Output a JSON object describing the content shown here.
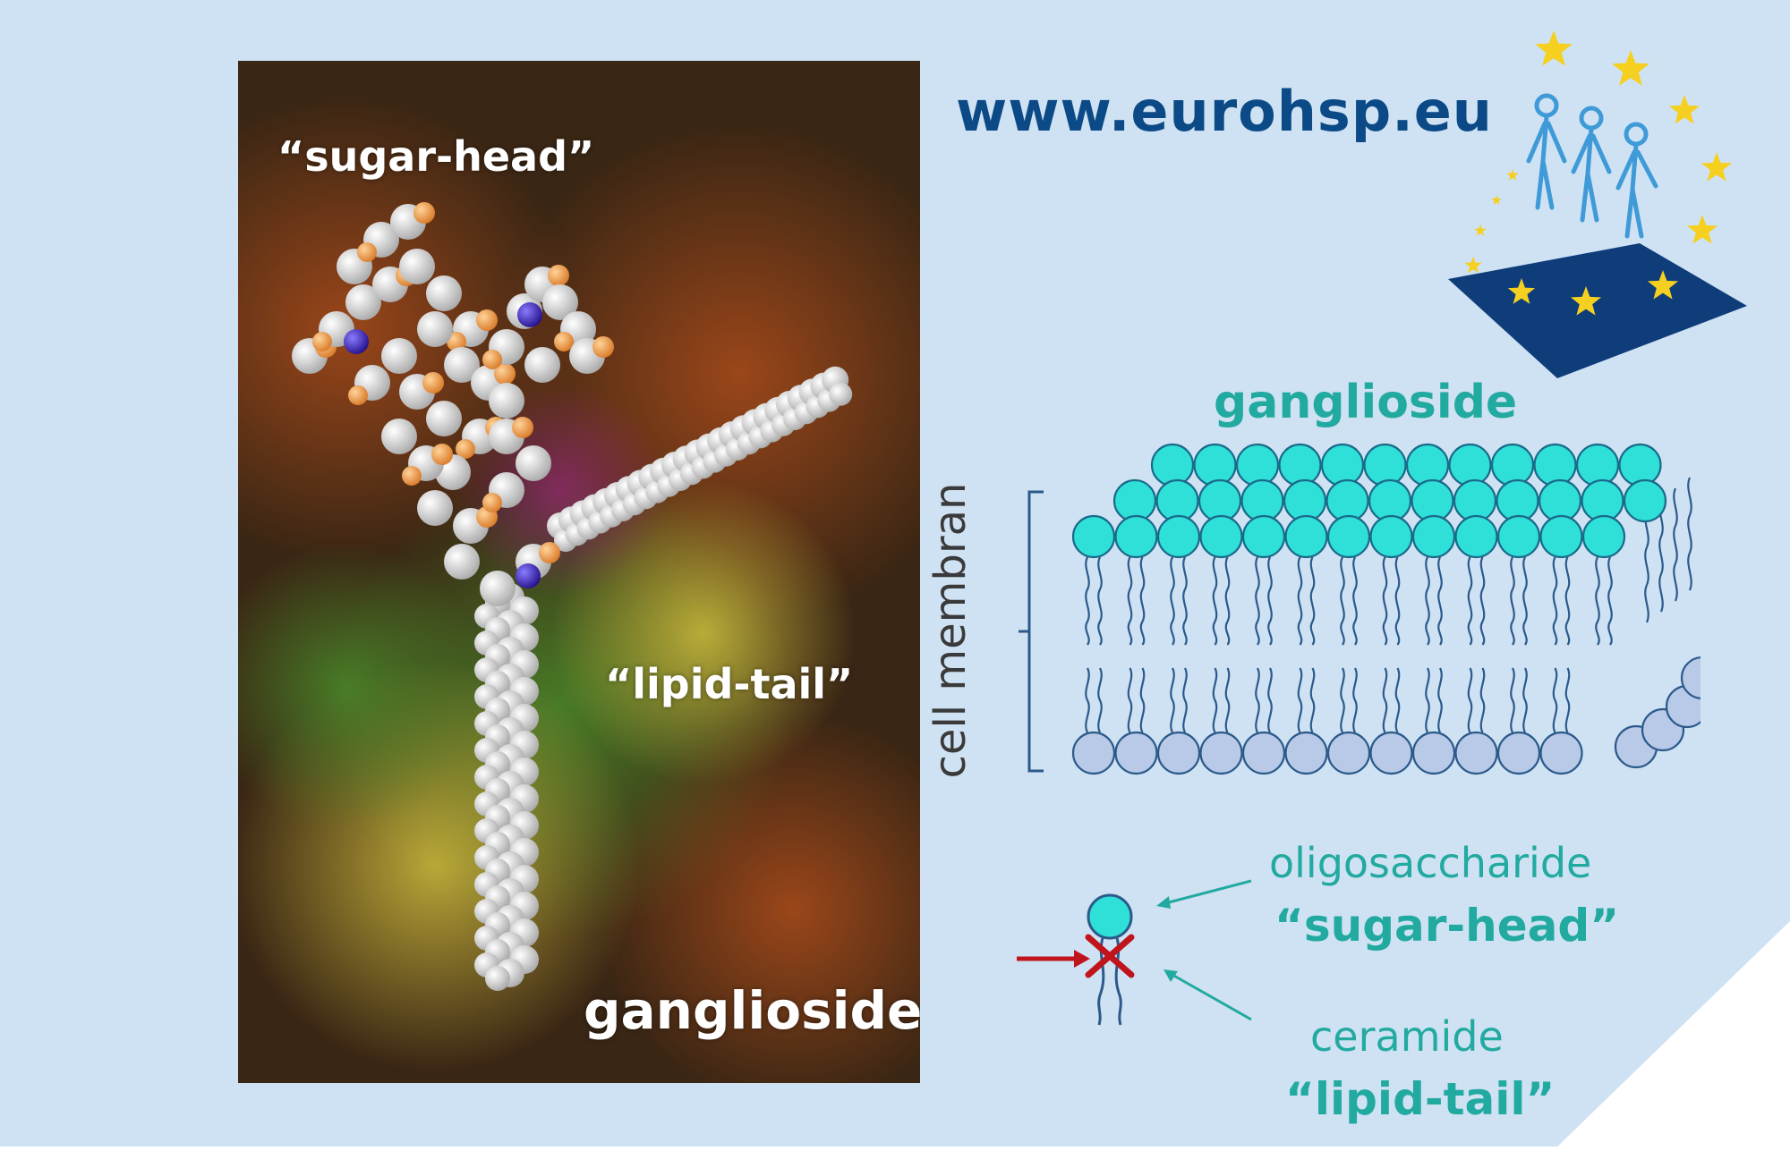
{
  "photo": {
    "top_label": "“sugar-head”",
    "middle_label": "“lipid-tail”",
    "bottom_label": "ganglioside"
  },
  "header": {
    "url": "www.eurohsp.eu"
  },
  "logo": {
    "icon": "eurohsp-people-stars-logo"
  },
  "membrane": {
    "title": "ganglioside",
    "side_label": "cell membran"
  },
  "legend": {
    "head_term": "oligosaccharide",
    "head_nickname": "“sugar-head”",
    "tail_term": "ceramide",
    "tail_nickname": "“lipid-tail”"
  },
  "colors": {
    "background": "#cfe2f3",
    "brand_blue": "#0b4a86",
    "teal": "#22aaa0",
    "head_fill": "#2ee0d8",
    "lower_head": "#b9c9e8",
    "red_marker": "#c0141c",
    "star_yellow": "#f5d020"
  }
}
